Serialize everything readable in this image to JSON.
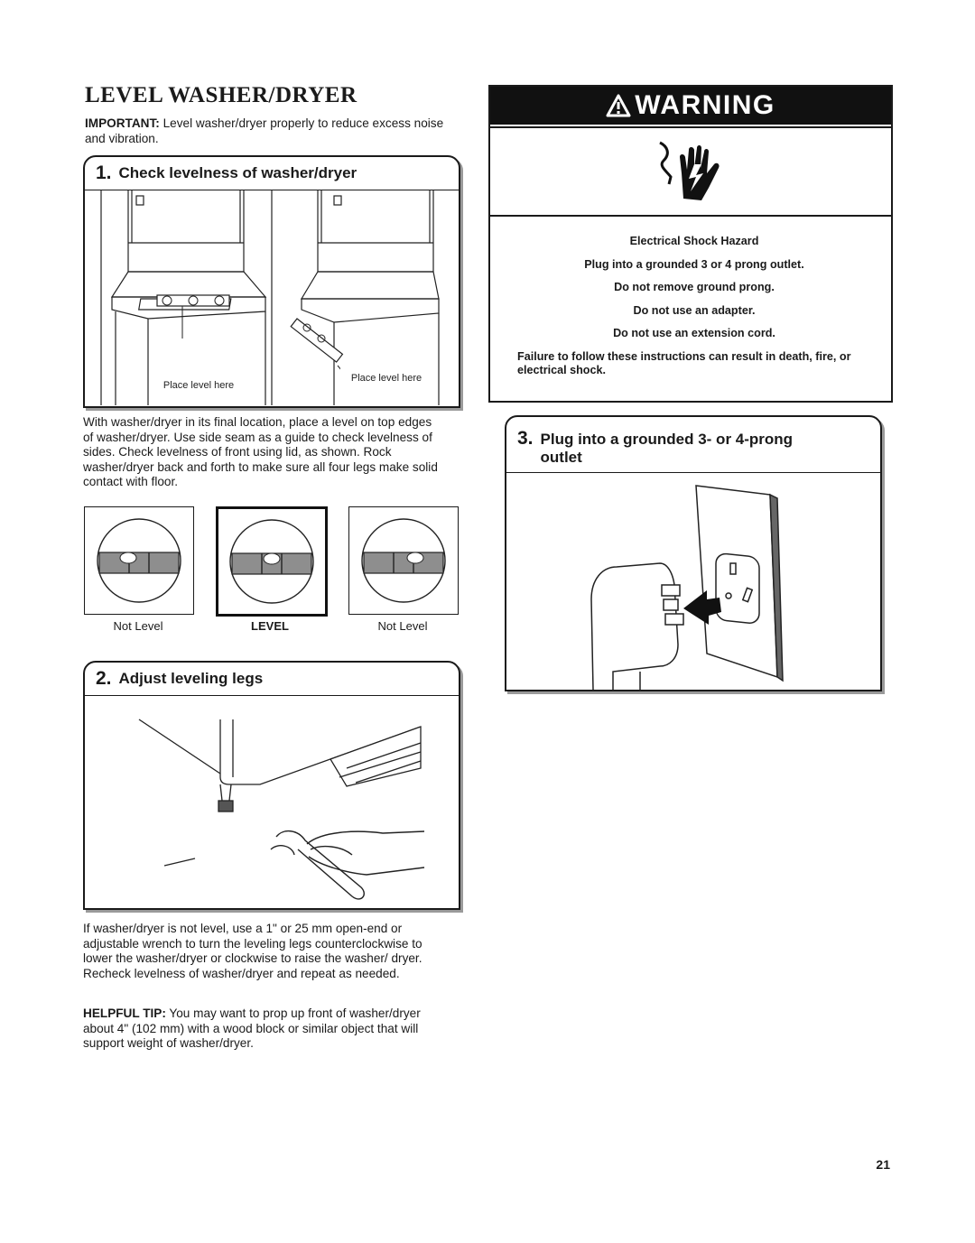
{
  "page_title": "LEVEL WASHER/DRYER",
  "important": {
    "label": "IMPORTANT:",
    "text": " Level washer/dryer properly to reduce excess noise and vibration."
  },
  "step1": {
    "number": "1.",
    "title": "Check levelness of washer/dryer",
    "callout_left": "Place level here",
    "callout_right": "Place level here"
  },
  "step1_text": "With washer/dryer in its final location, place a level on top edges of washer/dryer. Use side seam as a guide to check levelness of sides. Check levelness of front using lid, as shown. Rock washer/dryer back and forth to make sure all four legs make solid contact with floor.",
  "levels": [
    {
      "caption": "Not Level"
    },
    {
      "caption": "LEVEL"
    },
    {
      "caption": "Not Level"
    }
  ],
  "step2": {
    "number": "2.",
    "title": "Adjust leveling legs"
  },
  "step2_text": "If washer/dryer is not level, use a 1\" or 25 mm open-end or adjustable wrench to turn the leveling legs counterclockwise to lower the washer/dryer or clockwise to raise the washer/ dryer. Recheck levelness of washer/dryer and repeat as needed.",
  "helpful_tip": {
    "label": "HELPFUL TIP:",
    "text": " You may want to prop up front of washer/dryer about 4\" (102 mm) with a wood block or similar object that will support weight of washer/dryer."
  },
  "warning": {
    "title": "WARNING",
    "lines": [
      "Electrical Shock Hazard",
      "Plug into a grounded 3 or 4 prong outlet.",
      "Do not remove ground prong.",
      "Do not use an adapter.",
      "Do not use an extension cord.",
      "Failure to follow these instructions can result in death, fire, or electrical shock."
    ]
  },
  "step3": {
    "number": "3.",
    "title": "Plug into a grounded 3- or 4-prong outlet"
  },
  "page_number": "21",
  "icons": [
    "warning-triangle-icon",
    "electrical-shock-hand-icon"
  ]
}
